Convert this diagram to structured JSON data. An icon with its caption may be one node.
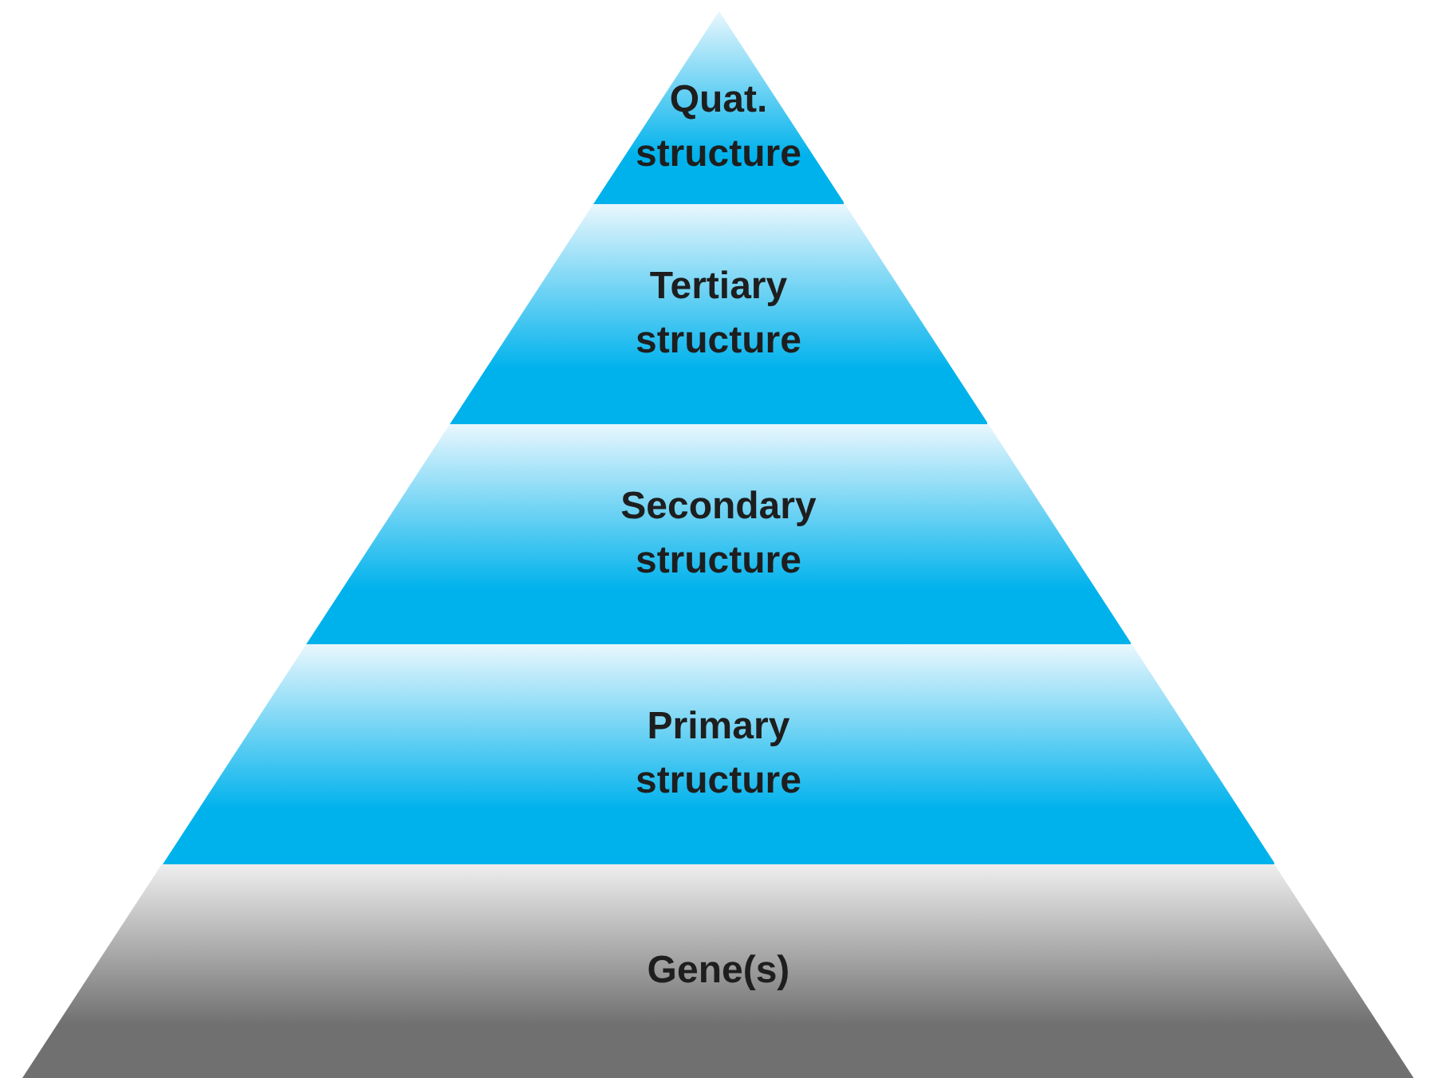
{
  "diagram": {
    "nodes": [
      {
        "text": [
          "Quat. structure"
        ]
      },
      {
        "text": [
          "Tertiary structure"
        ]
      },
      {
        "text": [
          "Secondary structure"
        ]
      },
      {
        "text": [
          "Primary structure"
        ]
      },
      {
        "text": [
          "Gene(s)"
        ]
      }
    ]
  }
}
